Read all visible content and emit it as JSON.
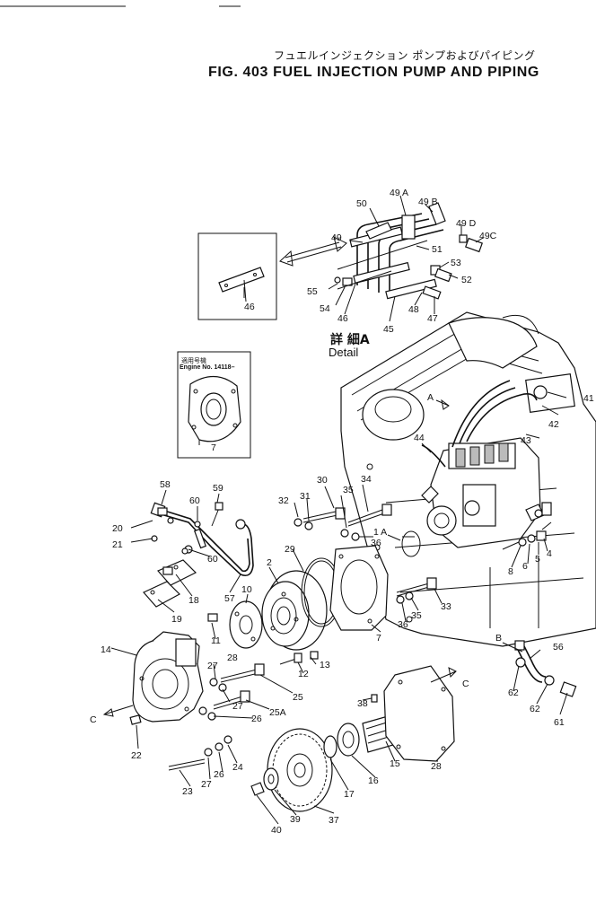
{
  "title": {
    "jp": "フュエルインジェクション ポンプおよびパイピング",
    "en": "FIG. 403  FUEL INJECTION PUMP AND PIPING"
  },
  "detail_label": {
    "jp": "詳 細A",
    "en": "Detail"
  },
  "serial_box": {
    "jp": "適用号機",
    "en": "Engine No. 14118–"
  },
  "callouts": [
    {
      "id": "c50",
      "text": "50"
    },
    {
      "id": "c49a",
      "text": "49 A"
    },
    {
      "id": "c49b",
      "text": "49 B"
    },
    {
      "id": "c49d",
      "text": "49 D"
    },
    {
      "id": "c49c",
      "text": "49C"
    },
    {
      "id": "c49",
      "text": "49"
    },
    {
      "id": "c51",
      "text": "51"
    },
    {
      "id": "c53",
      "text": "53"
    },
    {
      "id": "c52",
      "text": "52"
    },
    {
      "id": "c55",
      "text": "55"
    },
    {
      "id": "c54",
      "text": "54"
    },
    {
      "id": "c46b",
      "text": "46"
    },
    {
      "id": "c45",
      "text": "45"
    },
    {
      "id": "c48",
      "text": "48"
    },
    {
      "id": "c47",
      "text": "47"
    },
    {
      "id": "c46a",
      "text": "46"
    },
    {
      "id": "c7a",
      "text": "7"
    },
    {
      "id": "cA",
      "text": "A"
    },
    {
      "id": "c41",
      "text": "41"
    },
    {
      "id": "c42",
      "text": "42"
    },
    {
      "id": "c43",
      "text": "43"
    },
    {
      "id": "c44",
      "text": "44"
    },
    {
      "id": "c58",
      "text": "58"
    },
    {
      "id": "c60a",
      "text": "60"
    },
    {
      "id": "c59",
      "text": "59"
    },
    {
      "id": "c20",
      "text": "20"
    },
    {
      "id": "c21",
      "text": "21"
    },
    {
      "id": "c60b",
      "text": "60"
    },
    {
      "id": "c18",
      "text": "18"
    },
    {
      "id": "c57",
      "text": "57"
    },
    {
      "id": "c19",
      "text": "19"
    },
    {
      "id": "c30",
      "text": "30"
    },
    {
      "id": "c32",
      "text": "32"
    },
    {
      "id": "c31",
      "text": "31"
    },
    {
      "id": "c35a",
      "text": "35"
    },
    {
      "id": "c34",
      "text": "34"
    },
    {
      "id": "c1a",
      "text": "1 A"
    },
    {
      "id": "c36a",
      "text": "36"
    },
    {
      "id": "c29",
      "text": "29"
    },
    {
      "id": "c2",
      "text": "2"
    },
    {
      "id": "c10",
      "text": "10"
    },
    {
      "id": "c11",
      "text": "11"
    },
    {
      "id": "c14",
      "text": "14"
    },
    {
      "id": "c7b",
      "text": "7"
    },
    {
      "id": "c36b",
      "text": "36"
    },
    {
      "id": "c35b",
      "text": "35"
    },
    {
      "id": "c33",
      "text": "33"
    },
    {
      "id": "c8",
      "text": "8"
    },
    {
      "id": "c6",
      "text": "6"
    },
    {
      "id": "c5",
      "text": "5"
    },
    {
      "id": "c4",
      "text": "4"
    },
    {
      "id": "c13",
      "text": "13"
    },
    {
      "id": "c12",
      "text": "12"
    },
    {
      "id": "c28a",
      "text": "28"
    },
    {
      "id": "c27a",
      "text": "27"
    },
    {
      "id": "c25",
      "text": "25"
    },
    {
      "id": "c25a",
      "text": "25A"
    },
    {
      "id": "c27b",
      "text": "27"
    },
    {
      "id": "c26a",
      "text": "26"
    },
    {
      "id": "cC1",
      "text": "C"
    },
    {
      "id": "c22",
      "text": "22"
    },
    {
      "id": "c24",
      "text": "24"
    },
    {
      "id": "c26b",
      "text": "26"
    },
    {
      "id": "c27c",
      "text": "27"
    },
    {
      "id": "c23",
      "text": "23"
    },
    {
      "id": "c38",
      "text": "38"
    },
    {
      "id": "cC2",
      "text": "C"
    },
    {
      "id": "cB",
      "text": "B"
    },
    {
      "id": "c56",
      "text": "56"
    },
    {
      "id": "c62a",
      "text": "62"
    },
    {
      "id": "c62b",
      "text": "62"
    },
    {
      "id": "c61",
      "text": "61"
    },
    {
      "id": "c15",
      "text": "15"
    },
    {
      "id": "c16",
      "text": "16"
    },
    {
      "id": "c17",
      "text": "17"
    },
    {
      "id": "c28b",
      "text": "28"
    },
    {
      "id": "c37",
      "text": "37"
    },
    {
      "id": "c39",
      "text": "39"
    },
    {
      "id": "c40",
      "text": "40"
    }
  ]
}
